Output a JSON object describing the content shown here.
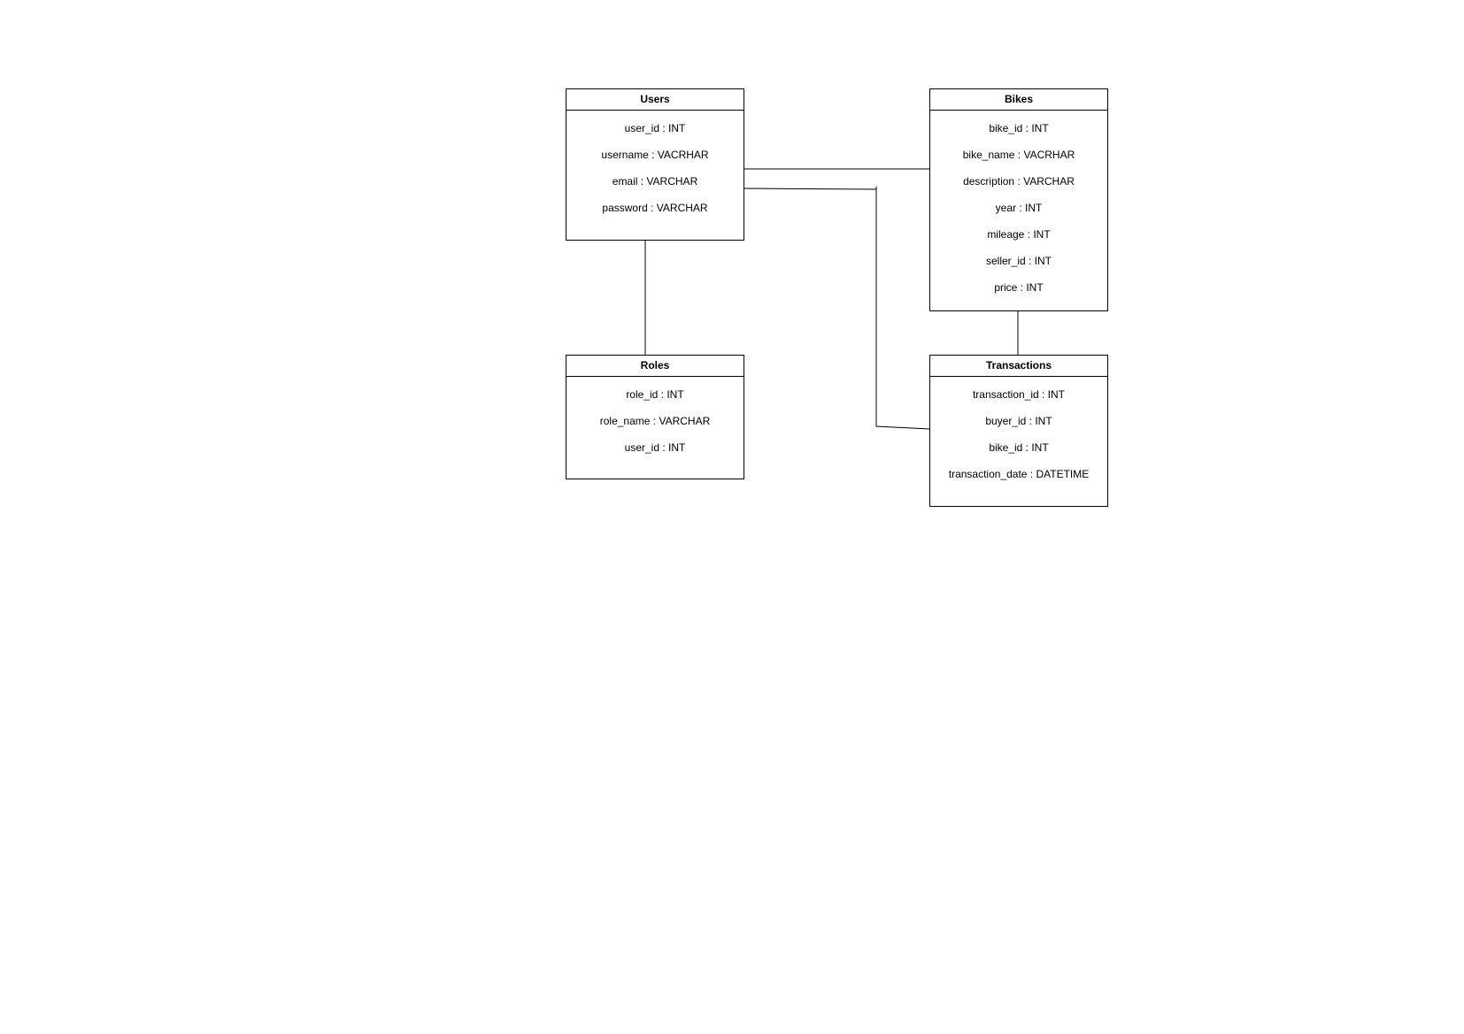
{
  "entities": {
    "users": {
      "title": "Users",
      "attributes": [
        "user_id : INT",
        "username : VACRHAR",
        "email : VARCHAR",
        "password : VARCHAR"
      ]
    },
    "bikes": {
      "title": "Bikes",
      "attributes": [
        "bike_id : INT",
        "bike_name : VACRHAR",
        "description : VARCHAR",
        "year : INT",
        "mileage : INT",
        "seller_id : INT",
        "price : INT"
      ]
    },
    "roles": {
      "title": "Roles",
      "attributes": [
        "role_id : INT",
        "role_name : VARCHAR",
        "user_id : INT"
      ]
    },
    "transactions": {
      "title": "Transactions",
      "attributes": [
        "transaction_id : INT",
        "buyer_id : INT",
        "bike_id : INT",
        "transaction_date : DATETIME"
      ]
    }
  },
  "colors": {
    "stroke": "#000000",
    "background": "#ffffff"
  }
}
